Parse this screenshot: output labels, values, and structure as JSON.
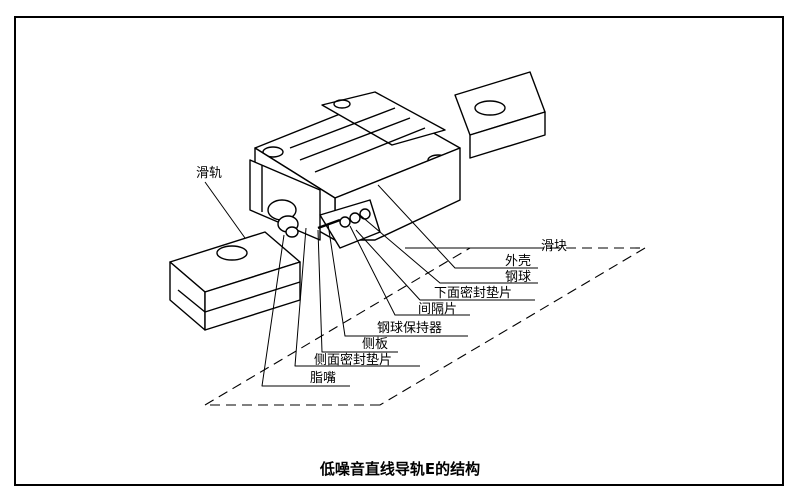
{
  "labels": {
    "rail": "滑轨",
    "slider": "滑块",
    "housing": "外壳",
    "steel_ball": "钢球",
    "bottom_seal": "下面密封垫片",
    "spacer": "间隔片",
    "ball_retainer": "钢球保持器",
    "side_plate": "侧板",
    "side_seal": "侧面密封垫片",
    "grease_nipple": "脂嘴"
  },
  "caption": "低噪音直线导轨E的结构"
}
